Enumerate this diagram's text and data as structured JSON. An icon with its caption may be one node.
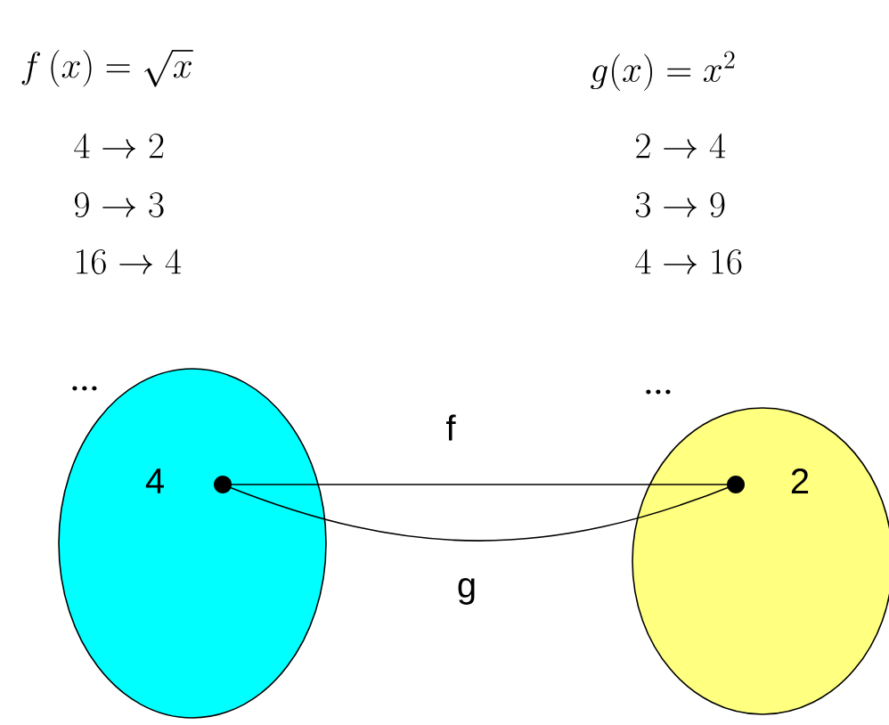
{
  "diagram": {
    "nodes": [
      {
        "text": [],
        "shape": "circle"
      },
      {
        "text": [],
        "shape": "circle"
      },
      {
        "text": [],
        "shape": "circle",
        "in": 0,
        "beside": [
          "4"
        ]
      },
      {
        "text": [],
        "shape": "circle",
        "in": 1,
        "beside": [
          "2"
        ]
      }
    ],
    "edges": [
      {
        "from": 2,
        "to": 3,
        "arrow": "none",
        "label": "f"
      },
      {
        "from": 2,
        "to": 3,
        "arrow": "none",
        "label": "g"
      }
    ],
    "labels": [
      "f\\,(x) = \\sqrt{x}",
      "g(x) = x^2",
      "4 \\to 2",
      "2 \\to 4",
      "9 \\to 3",
      "3 \\to 9",
      "16 \\to 4",
      "4 \\to 16",
      "...",
      "..."
    ]
  }
}
